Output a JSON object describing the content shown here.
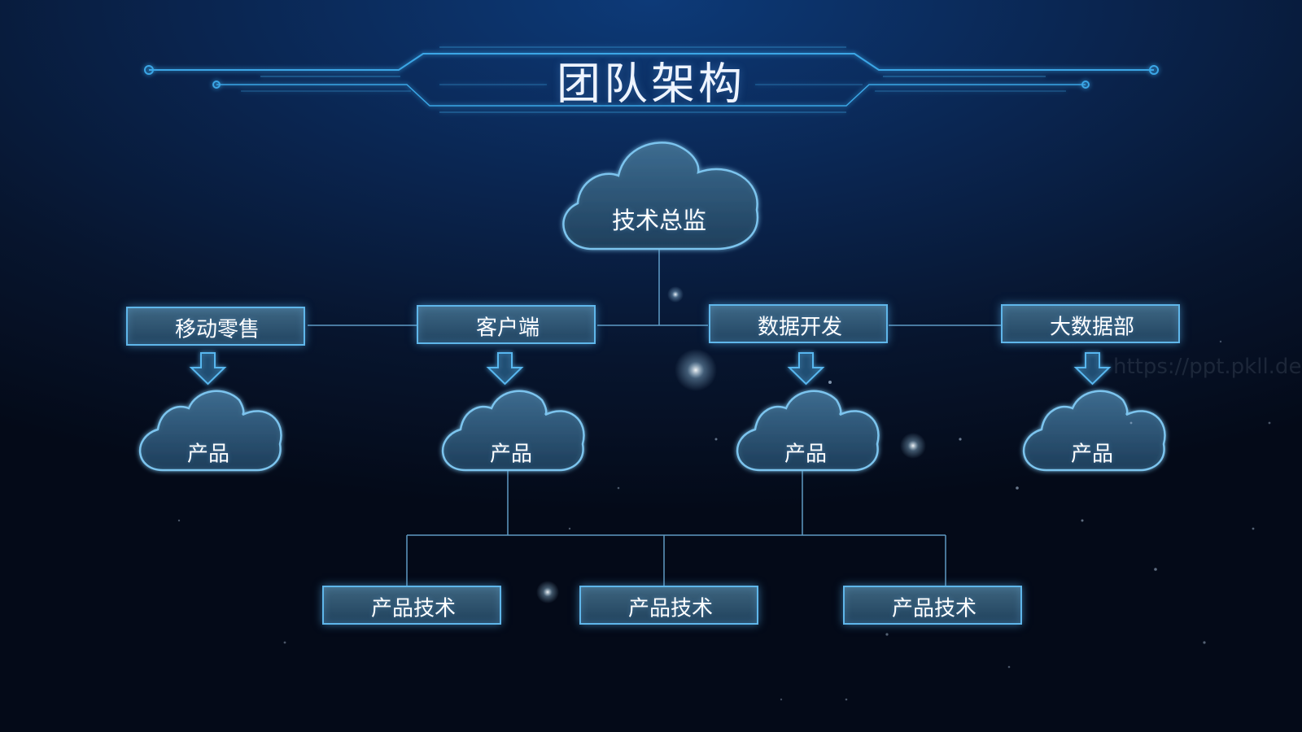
{
  "title": "团队架构",
  "root": {
    "label": "技术总监"
  },
  "departments": [
    {
      "label": "移动零售",
      "product": "产品"
    },
    {
      "label": "客户端",
      "product": "产品"
    },
    {
      "label": "数据开发",
      "product": "产品"
    },
    {
      "label": "大数据部",
      "product": "产品"
    }
  ],
  "tech_teams": [
    {
      "label": "产品技术"
    },
    {
      "label": "产品技术"
    },
    {
      "label": "产品技术"
    }
  ],
  "watermark": "https://ppt.pkll.de",
  "colors": {
    "background": "#07152e",
    "line": "#6fb4e0",
    "box_border": "#5fb6ea",
    "cloud_fill": "#2c5c7e",
    "text": "#ffffff"
  }
}
